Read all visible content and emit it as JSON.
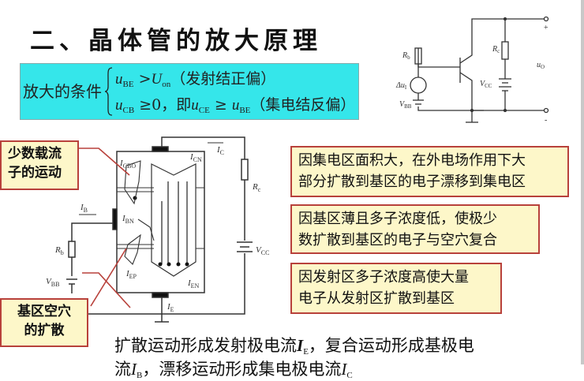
{
  "title": "二、晶体管的放大原理",
  "condition": {
    "label": "放大的条件",
    "line1": {
      "var": "u",
      "sub": "BE",
      "op": " >",
      "rhs": "U",
      "rhs_sub": "on",
      "note": "（发射结正偏）"
    },
    "line2": {
      "var": "u",
      "sub": "CB",
      "rest": " ≥0，即",
      "var2": "u",
      "sub2": "CE",
      "op": " ≥ ",
      "var3": "u",
      "sub3": "BE",
      "note": "（集电结反偏）"
    }
  },
  "circuit_labels": {
    "Rb": "R",
    "Rb_sub": "b",
    "Rc": "R",
    "Rc_sub": "c",
    "VCC": "V",
    "VCC_sub": "CC",
    "VBB": "V",
    "VBB_sub": "BB",
    "dui": "Δu",
    "dui_sub": "I",
    "uo": "u",
    "uo_sub": "O",
    "plus": "+",
    "minus": "-"
  },
  "diagram_labels": {
    "ICBO": "CBO",
    "ICN": "CN",
    "IC": "C",
    "IB": "B",
    "IBN": "BN",
    "IEP": "EP",
    "IEN": "EN",
    "IE": "E",
    "I": "I"
  },
  "callouts": {
    "minority": [
      "少数载流",
      "子的运动"
    ],
    "base_hole": [
      "基区空穴",
      "的扩散"
    ],
    "drift": [
      "因集电区面积大，在外电场作用下大",
      "部分扩散到基区的电子漂移到集电区"
    ],
    "recombine": [
      "因基区薄且多子浓度低，使极少",
      "数扩散到基区的电子与空穴复合"
    ],
    "diffuse": [
      "因发射区多子浓度高使大量",
      "电子从发射区扩散到基区"
    ]
  },
  "bottom": {
    "line1_a": "扩散运动形成发射极电流",
    "line1_var": "I",
    "line1_sub": "E",
    "line1_b": "，复合运动形成基极电",
    "line2_a": "流",
    "line2_var": "I",
    "line2_sub": "B",
    "line2_b": "，漂移运动形成集电极电流",
    "line2_var2": "I",
    "line2_sub2": "C"
  },
  "colors": {
    "cyan": "#35e6ea",
    "callout_bg": "#fdf7c9",
    "callout_border": "#b8413b"
  }
}
